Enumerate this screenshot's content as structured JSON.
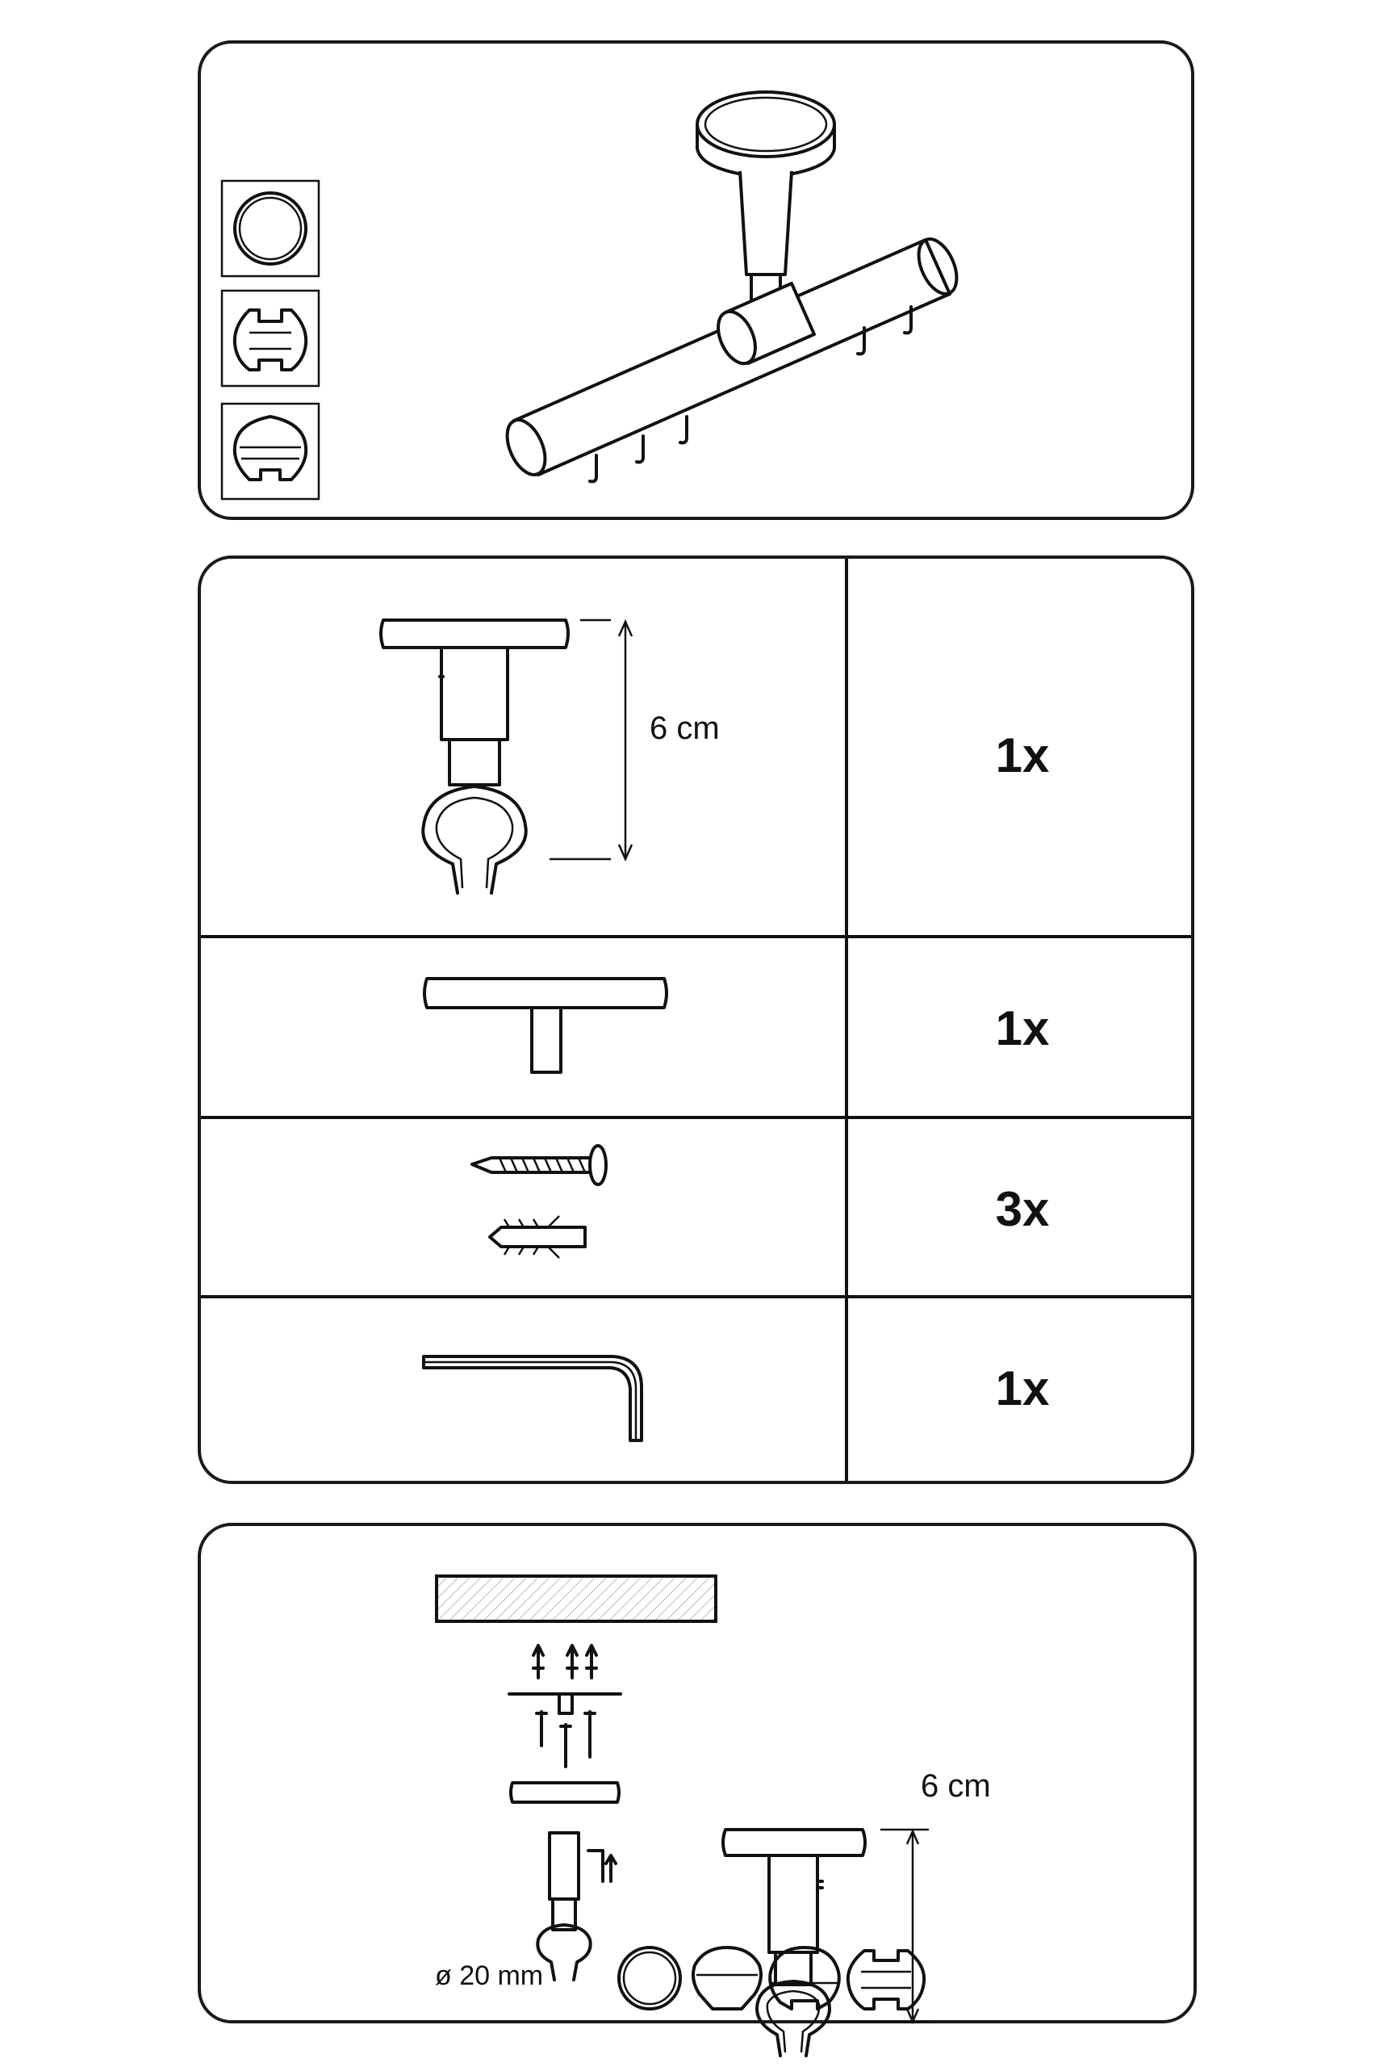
{
  "parts": [
    {
      "id": "bracket",
      "quantity": "1x",
      "dimension": "6 cm"
    },
    {
      "id": "ceiling-plate",
      "quantity": "1x"
    },
    {
      "id": "screw-and-dowel",
      "quantity": "3x"
    },
    {
      "id": "allen-key",
      "quantity": "1x"
    }
  ],
  "installation": {
    "dimension": "6 cm",
    "rod_diameter": "ø 20 mm"
  },
  "icons": {
    "profiles_top": [
      "round-rod-profile-icon",
      "track-rod-profile-icon",
      "d-profile-rod-icon"
    ],
    "profiles_bottom": [
      "round-rod-profile-icon",
      "half-round-profile-icon",
      "d-profile-rod-icon",
      "track-rod-profile-icon"
    ]
  }
}
